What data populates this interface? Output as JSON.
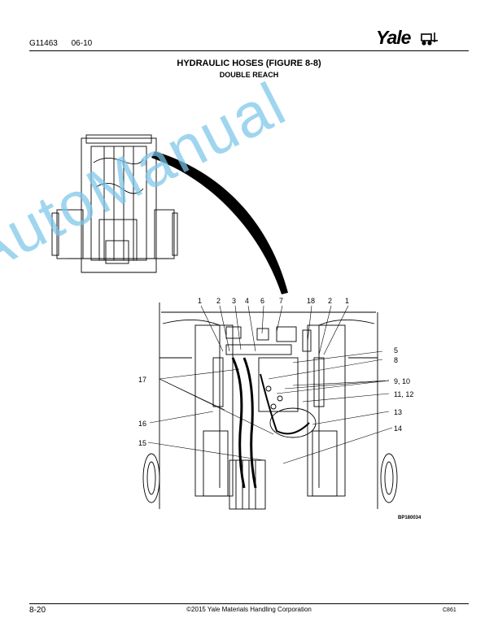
{
  "header": {
    "doc_number": "G11463",
    "doc_date": "06-10",
    "brand": "Yale"
  },
  "title": "HYDRAULIC HOSES (FIGURE 8-8)",
  "subtitle": "DOUBLE REACH",
  "figure": {
    "callouts": [
      "1",
      "2",
      "3",
      "4",
      "6",
      "7",
      "18",
      "2",
      "1",
      "5",
      "8",
      "9, 10",
      "11, 12",
      "13",
      "14",
      "15",
      "16",
      "17"
    ],
    "code": "BP180034"
  },
  "watermark": "AutoManual",
  "footer": {
    "page": "8-20",
    "copyright": "©2015 Yale Materials Handling Corporation",
    "code": "C861"
  }
}
